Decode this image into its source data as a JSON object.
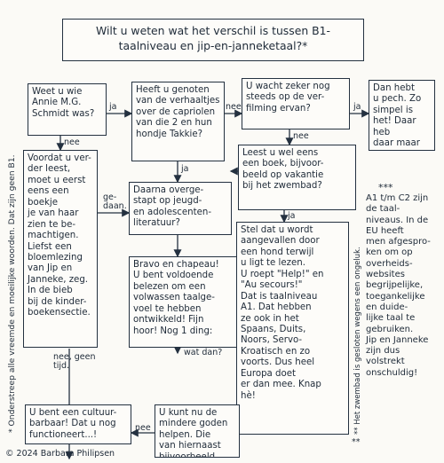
{
  "title": "Wilt u weten wat het verschil is tussen B1-taalniveau en jip-en-janneketaal?*",
  "side_note_left": "* Onderstreep alle vreemde en moeilijke woorden. Dat zijn geen B1.",
  "side_note_right": "** Het zwembad is gesloten wegens een ongeluk.",
  "copyright": "© 2024 Barbara Philipsen",
  "legend": {
    "stars": "***",
    "text": "A1 t/m C2 zijn de taal-\nniveaus. In de EU heeft\nmen afgespro-\nken om op\noverheids-\nwebsites\nbegrijpelijke,\ntoegankelijke\nen duide-\nlijke taal te\ngebruiken.\nJip en Janneke\nzijn dus\nvolstrekt\nonschuldig!"
  },
  "boxes": {
    "annie": "Weet u wie\nAnnie M.G.\nSchmidt was?",
    "genoten": "Heeft u genoten\nvan de verhaaltjes\nover de capriolen\nvan die 2 en hun\nhondje Takkie?",
    "verfilming": "U wacht zeker nog\nsteeds op de ver-\nfilming ervan?",
    "pech": "Dan hebt\nu pech. Zo\nsimpel is\nhet! Daar heb\ndaar maar\nmee. Of wat.",
    "voordat": "Voordat u ver-\nder leest,\nmoet u eerst\neens een boekje\nje van haar\nzien te be-\nmachtigen.\nLiefst een\nbloemlezing\nvan Jip en\nJanneke, zeg.\nIn de bieb\nbij de kinder-\nboekensectie.",
    "boek": "Leest u wel eens\neen boek, bijvoor-\nbeeld op vakantie\nbij het zwembad?",
    "daarna": "Daarna overge-\nstapt op jeugd-\nen adolescenten-\nliteratuur?",
    "bravo": "Bravo en chapeau!\nU bent voldoende\nbelezen om een\nvolwassen taalge-\nvoel te hebben\nontwikkeld! Fijn\nhoor! Nog 1 ding:",
    "stel": "Stel dat u wordt\naangevallen door\neen hond terwijl\nu ligt te lezen.\nU roept \"Help!\" en\n\"Au secours!\"\nDat is taalniveau\nA1. Dat hebben\nze ook in het\nSpaans, Duits,\nNoors, Servo-\nKroatisch en zo\nvoorts. Dus heel\nEuropa doet\ner dan mee. Knap\nhè!",
    "mindere": "U kunt nu de\nmindere goden\nhelpen. Die\nvan hiernaast\nbijvoorbeeld.",
    "cultuur": "U bent een cultuur-\nbarbaar! Dat u nog\nfunctioneert...!"
  },
  "labels": {
    "ja1": "ja",
    "nee1": "nee",
    "nee2": "nee",
    "ja2": "ja",
    "nee3": "nee",
    "ge_daan": "ge-\ndaan.",
    "ja3": "ja",
    "ja4": "ja",
    "wat_dan": "wat dan?",
    "nee_geen_tijd": "nee, geen\ntijd.",
    "nee4": "nee",
    "star2": "**"
  },
  "colors": {
    "ink": "#1d2733",
    "accent": "#3b67b5",
    "paper": "#fbfaf6"
  }
}
